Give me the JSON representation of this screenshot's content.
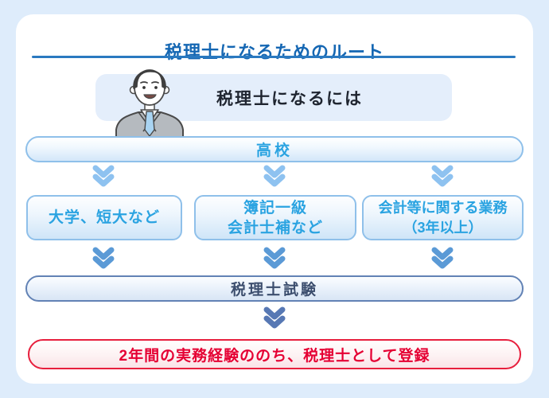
{
  "page": {
    "title": "税理士になるためのルート",
    "intro_label": "税理士になるには"
  },
  "flow": {
    "start": "高校",
    "paths": [
      {
        "lines": [
          "大学、短大など"
        ]
      },
      {
        "lines": [
          "簿記一級",
          "会計士補など"
        ]
      },
      {
        "lines": [
          "会計等に関する業務",
          "（3年以上）"
        ]
      }
    ],
    "exam": "税理士試験",
    "result": "2年間の実務経験ののち、税理士として登録"
  },
  "icons": {
    "arrow": "double-chevron-down",
    "illustration": "businessman"
  },
  "colors": {
    "page_background": "#deecfb",
    "card_background": "#ffffff",
    "title_text": "#1567b3",
    "title_underline": "#2a79c0",
    "intro_box_background": "#e4eefb",
    "node_border_light": "#8fc0ea",
    "node_text_blue": "#2aa3e1",
    "exam_border": "#6282b5",
    "exam_text": "#3c4e6e",
    "arrow_light": "#8ec2f0",
    "arrow_medium": "#5b9ad6",
    "arrow_dark": "#5778b4",
    "result_border": "#e71f3d",
    "result_text": "#e50033"
  }
}
